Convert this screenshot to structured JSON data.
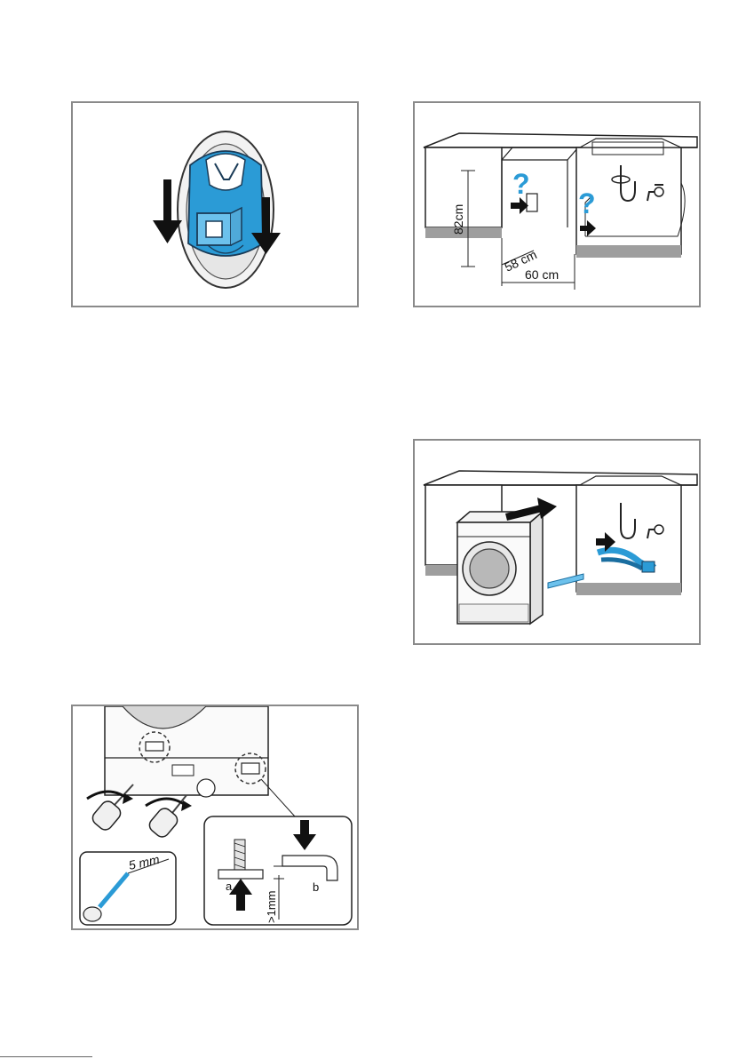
{
  "panel_install": {
    "dim_height": "82cm",
    "dim_depth": "58 cm",
    "dim_width": "60 cm",
    "question_mark": "?"
  },
  "panel_feet": {
    "gap": "5 mm",
    "clearance": ">1mm",
    "part_a": "a",
    "part_b": "b"
  },
  "colors": {
    "accent_blue": "#2b9bd6",
    "frame_gray": "#8a8a8a"
  }
}
